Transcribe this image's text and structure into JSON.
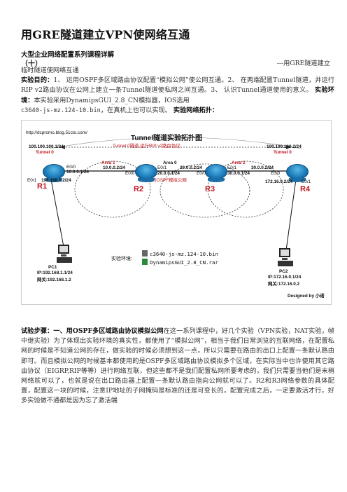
{
  "doc": {
    "title": "用GRE隧道建立VPN使网络互通",
    "subtitle": "大型企业网络配置系列课程详解",
    "seq": "（十）",
    "right_text": "---用GRE隧道建立",
    "line2": "临时隧道使网络互通",
    "para1_label": "实验目的：",
    "para1": "1、 运用OSPF多区域路由协议配置“模拟公网”使公网互通。2、 在两端配置Tunnel隧道，并运行RIP v2路由协议在公网上建立一条Tunnel隧道使私网之间互通。3、 认识Tunnel通道使用的意义。",
    "para1_env_label": "实验环境：",
    "para1_env": "本实验采用DynamipsGUI_2.8_CN模拟器，IOS选用",
    "para1_ios": "c3640-js-mz.124-10.bin",
    "para1_tail": "，在真机上也可以实现。",
    "topo_label": "实验网络拓扑：",
    "steps_label": "试验步骤：",
    "steps_head": "一、用OSPF多区域路由协议模拟公网",
    "steps_text": "在这一系列课程中，好几个实验（VPN实验，NAT实验，帧中继实验）为了体现出实验环境的真实性，都使用了“模拟公网”，相当于我们日常浏览的互联网络，在配置私网的时候是不知道公网的存在，做实验的时候必须想到这一点，所以只需要在路由的出口上配置一条默认路由即可。而且模拟公网的时候基本都使用的是OSPF多区域路由协议模拟多个区域，在实际当中也许使用其它路由协议（EIGRP,RIP等等）进行网络互联，但这些都不是我们配置私网所要考虑的，我们只需要当他们是末梢网络就可以了，也就是说在出口路由器上配置一条默认路由指向公网就可以了。R2和R3网络参数的具体配置，配置这一块的时候，注意IP地址的子网掩码是标准的还是可变长的，配置完成之后，一定要激活才行，好多实验做不通都是因为忘了激活端"
  },
  "diagram": {
    "url": "http://dcpromo.blog.51cto.com/",
    "title": "Tunnel隧道实验拓扑图",
    "tunnel_label": "Tunnel 0隧道  运行RIP v2路由协议",
    "ospf_label": "运行OSPF模拟公网",
    "area0": "Area 0",
    "area1": "Area 1",
    "area2": "Area 2",
    "r1": {
      "name": "R1",
      "tun_ip": "100.100.100.1/24",
      "tun": "Tunnel 0",
      "e00": "E0/0",
      "e01": "E0/1",
      "lan": "192.168.1.2/24",
      "wan": "10.0.0.1/24"
    },
    "r2": {
      "name": "R2",
      "e00": "E0/0",
      "e01": "E0/1",
      "a": "10.0.0.2/24",
      "b": "20.0.0.1/24"
    },
    "r3": {
      "name": "R3",
      "e00": "E0/0",
      "e01": "E0/1",
      "a": "20.0.0.2/24",
      "b": "30.0.0.1/24"
    },
    "r4": {
      "name": "R4",
      "tun_ip": "100.100.100.2/24",
      "tun": "Tunnel 0",
      "e00": "E0/0",
      "e01": "E0/1",
      "lan": "172.16.0.2/24",
      "wan": "30.0.0.2/24"
    },
    "pc1": {
      "name": "PC1",
      "ip": "IP:192.168.1.1/24",
      "gw": "网关:192.168.1.2"
    },
    "pc2": {
      "name": "PC2",
      "ip": "IP:172.16.0.1/24",
      "gw": "网关:172.16.0.2"
    },
    "env_label": "实验环境:",
    "file1": "c3640-js-mz.124-10.bin",
    "file2": "DynamipsGUI_2.8_CN.rar",
    "designed": "Designed by 小诺"
  }
}
